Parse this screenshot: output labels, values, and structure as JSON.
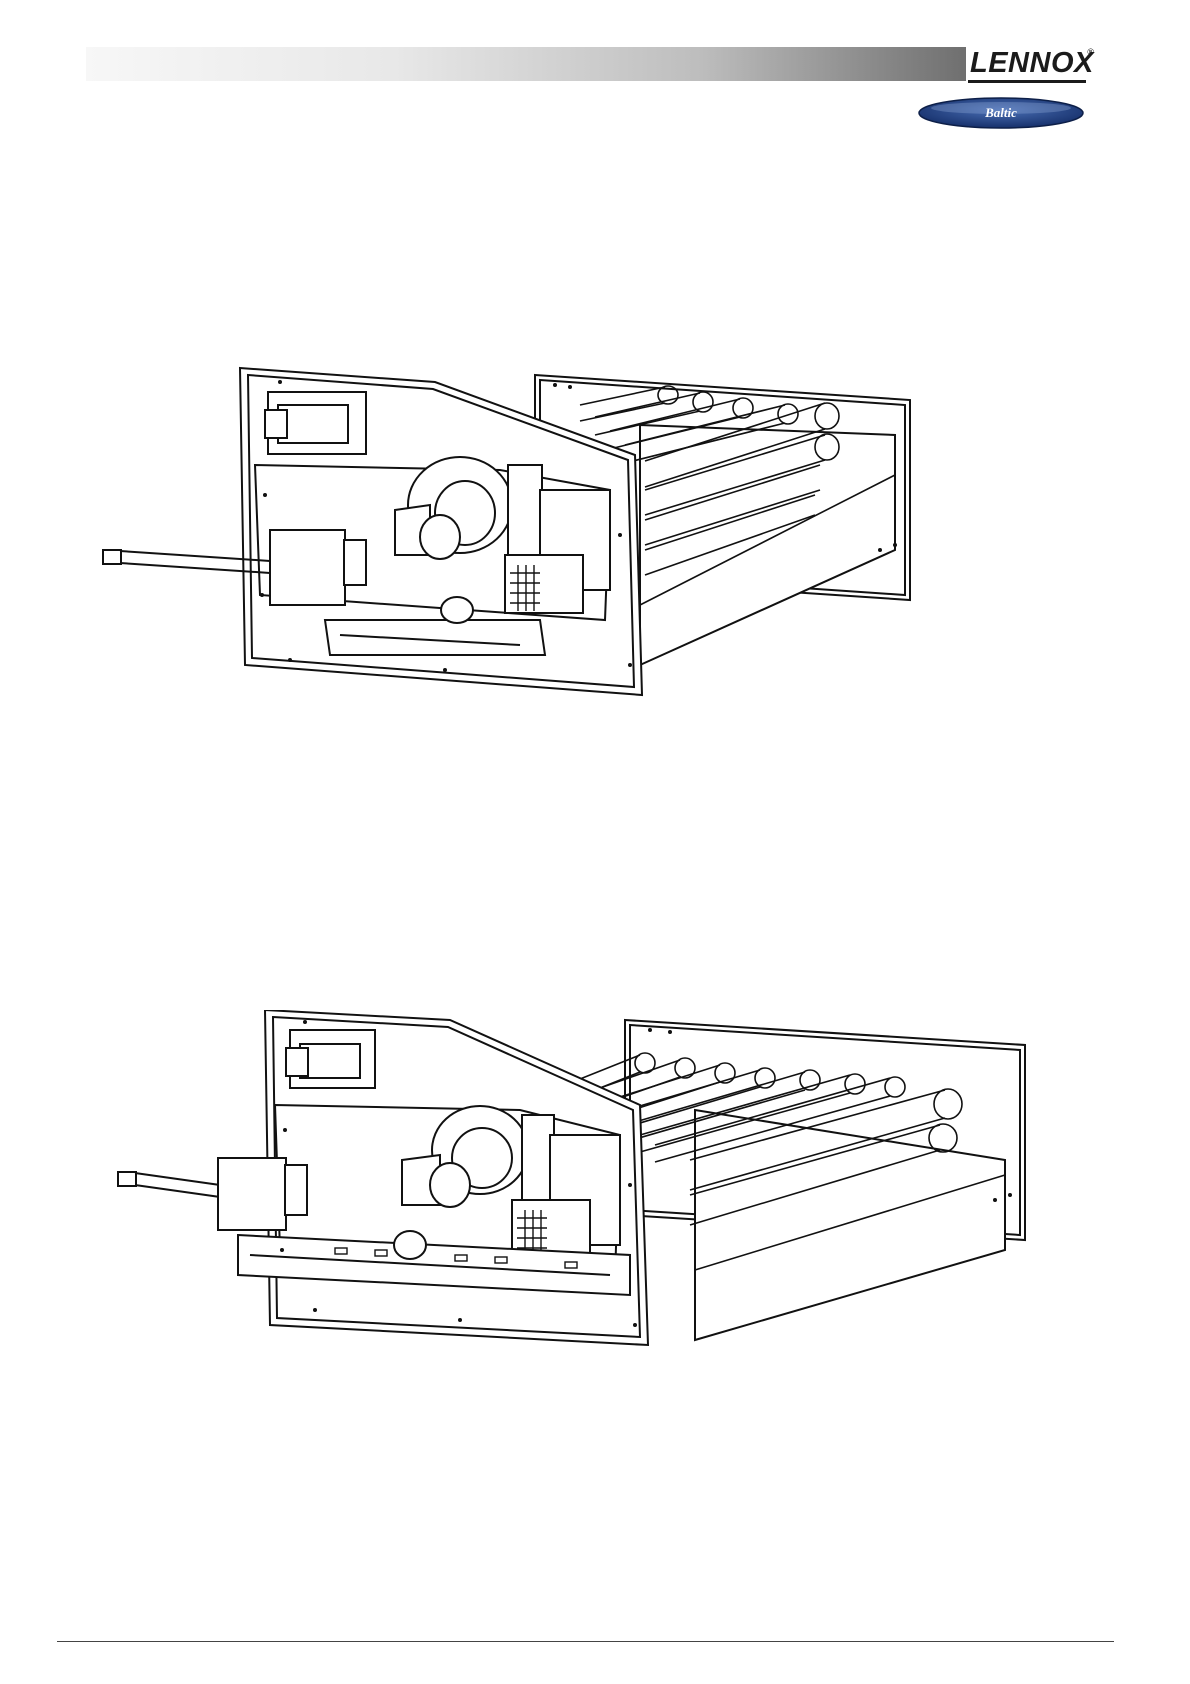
{
  "header": {
    "brand": "LENNOX",
    "registered": "®",
    "badge": "Baltic"
  },
  "figures": [
    {
      "id": "figure-1",
      "subject": "burner-assembly-illustration"
    },
    {
      "id": "figure-2",
      "subject": "burner-assembly-illustration"
    }
  ]
}
